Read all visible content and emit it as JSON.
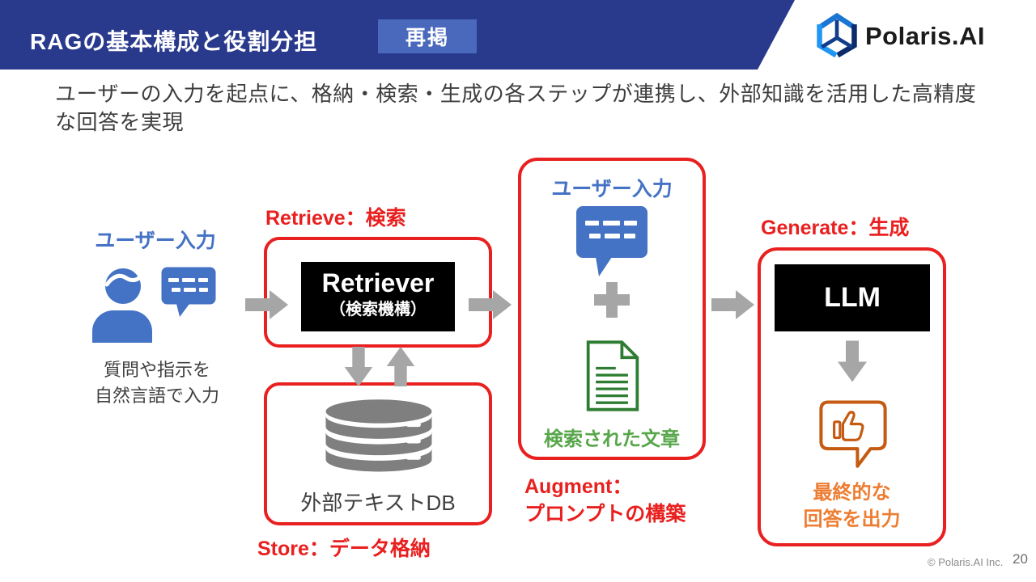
{
  "header": {
    "title": "RAGの基本構成と役割分担",
    "badge": "再掲",
    "logo_text": "Polaris.AI"
  },
  "subtitle": {
    "line1": "ユーザーの入力を起点に、格納・検索・生成の各ステップが連携し、外部知識を活用した高精度",
    "line2": "な回答を実現"
  },
  "diagram": {
    "user_input": {
      "label": "ユーザー入力",
      "caption_line1": "質問や指示を",
      "caption_line2": "自然言語で入力"
    },
    "retrieve": {
      "step_label": "Retrieve：検索",
      "box_title": "Retriever",
      "box_subtitle": "（検索機構）"
    },
    "store": {
      "db_label": "外部テキストDB",
      "step_label": "Store：データ格納"
    },
    "augment": {
      "user_label": "ユーザー入力",
      "doc_label": "検索された文章",
      "step_label_line1": "Augment：",
      "step_label_line2": "プロンプトの構築"
    },
    "generate": {
      "step_label": "Generate：生成",
      "box_title": "LLM",
      "output_line1": "最終的な",
      "output_line2": "回答を出力"
    }
  },
  "footer": {
    "copyright": "© Polaris.AI Inc.",
    "page_number": "20"
  },
  "icons": {
    "logo": "polaris-hexagon-logo-icon",
    "user": "person-icon",
    "speech": "speech-bubble-icon",
    "database": "database-icon",
    "document": "document-icon",
    "plus": "plus-icon",
    "thumbs_up": "thumbs-up-bubble-icon",
    "arrow": "flow-arrow-icon"
  },
  "colors": {
    "header_navy": "#293a8d",
    "badge_blue": "#4a69bd",
    "accent_blue": "#4472c4",
    "step_red": "#e8201f",
    "doc_green": "#2e7d32",
    "text_green": "#57a64a",
    "output_orange": "#ed7d31",
    "bubble_orange": "#c55a11",
    "arrow_gray": "#a6a6a6",
    "db_gray": "#7f7f7f",
    "text_dark": "#3d3d3d"
  }
}
